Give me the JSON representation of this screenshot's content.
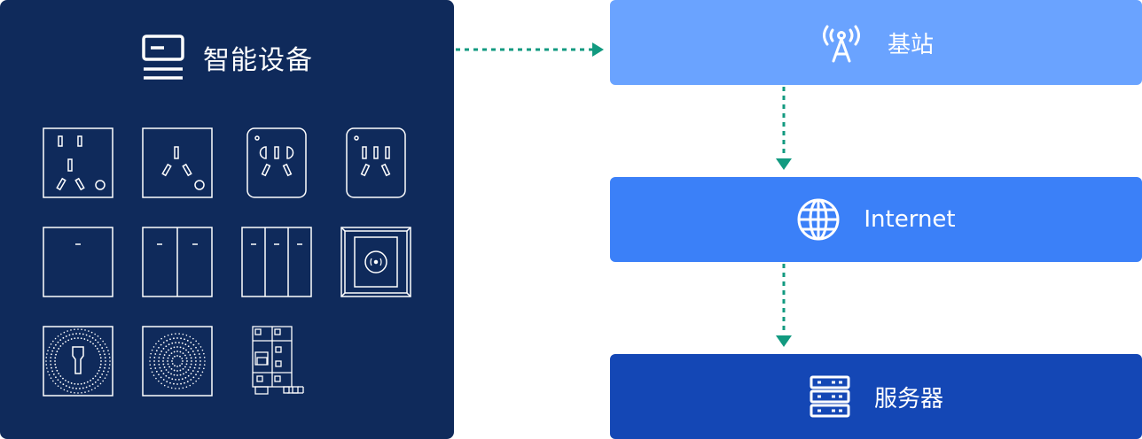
{
  "devices_panel": {
    "title": "智能设备",
    "icon": "device-list-icon",
    "devices": [
      "socket-5hole-usb-icon",
      "socket-3hole-usb-icon",
      "socket-round-icon",
      "socket-round-3hole-icon",
      "switch-1gang-icon",
      "switch-2gang-icon",
      "switch-3gang-icon",
      "card-switch-icon",
      "speaker-panel-key-icon",
      "speaker-panel-icon",
      "circuit-breaker-icon"
    ]
  },
  "flow": {
    "nodes": [
      {
        "label": "基站",
        "icon": "antenna-tower-icon"
      },
      {
        "label": "Internet",
        "icon": "globe-icon"
      },
      {
        "label": "服务器",
        "icon": "server-rack-icon"
      }
    ]
  },
  "colors": {
    "panel_bg": "#0f2a5b",
    "station_bg": "#6aa3ff",
    "internet_bg": "#3b80f8",
    "server_bg": "#1447b5",
    "connector": "#129a80",
    "device_stroke": "#ffffff"
  }
}
